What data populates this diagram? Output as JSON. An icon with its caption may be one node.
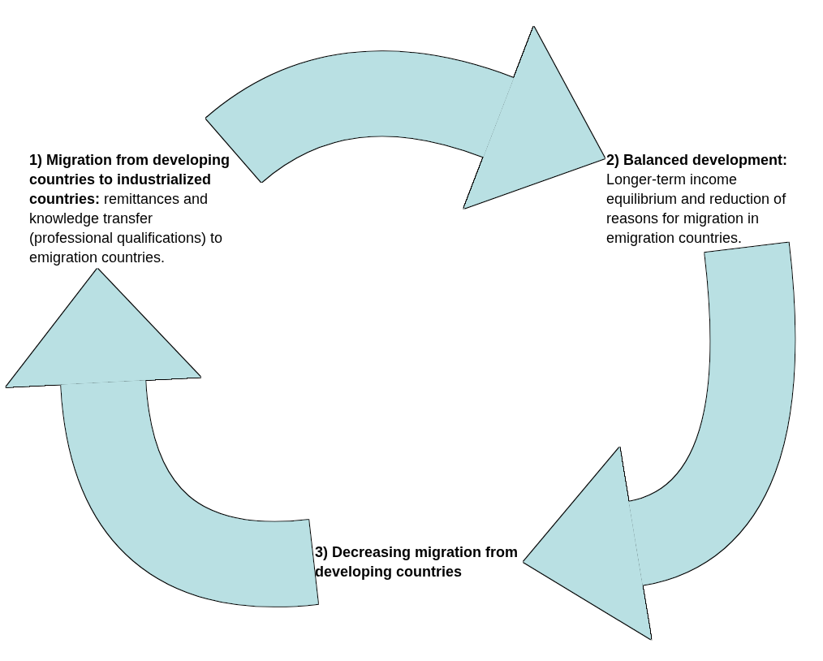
{
  "diagram": {
    "nodes": [
      {
        "text": [
          "**1) Migration from developing countries to industrialized countries:** remittances and knowledge transfer (professional qualifications) to emigration countries."
        ]
      },
      {
        "text": [
          "**2) Balanced development:** Longer-term income equilibrium and reduction of reasons for migration in emigration countries."
        ]
      },
      {
        "text": [
          "3) Decreasing migration from developing countries"
        ]
      }
    ],
    "edges": [
      {
        "from": 0,
        "to": 1,
        "arrow": "to"
      },
      {
        "from": 1,
        "to": 2,
        "arrow": "to"
      },
      {
        "from": 2,
        "to": 0,
        "arrow": "to"
      }
    ]
  }
}
